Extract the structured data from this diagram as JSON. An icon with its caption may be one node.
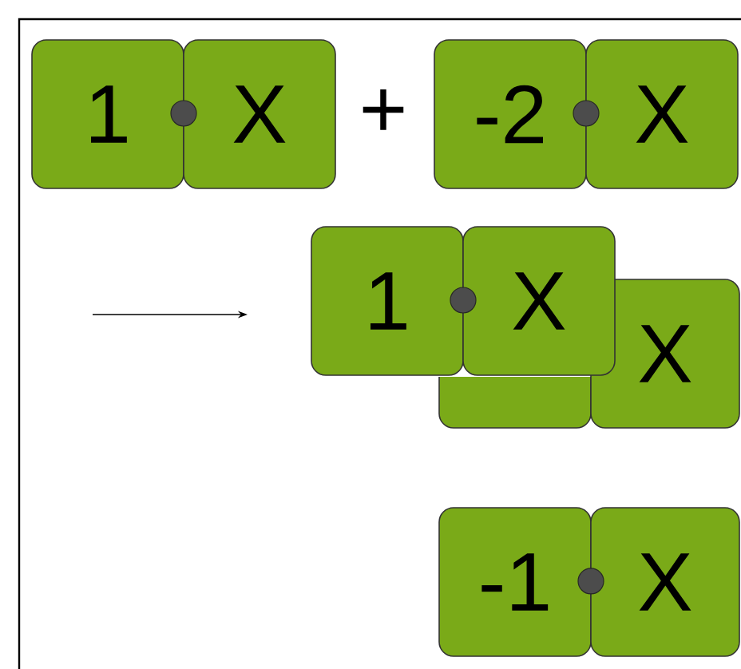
{
  "diagram": {
    "nodes": [
      {
        "text": [
          "1"
        ]
      },
      {
        "text": [
          "X"
        ]
      },
      {
        "text": [
          "-2"
        ]
      },
      {
        "text": [
          "X"
        ]
      },
      {
        "text": [
          "1"
        ]
      },
      {
        "text": [
          "X"
        ]
      },
      {
        "text": [],
        "shape": "box"
      },
      {
        "text": [
          "X"
        ]
      },
      {
        "text": [
          "-1"
        ]
      },
      {
        "text": [
          "X"
        ]
      }
    ],
    "edges": [],
    "labels": [
      "+"
    ]
  }
}
